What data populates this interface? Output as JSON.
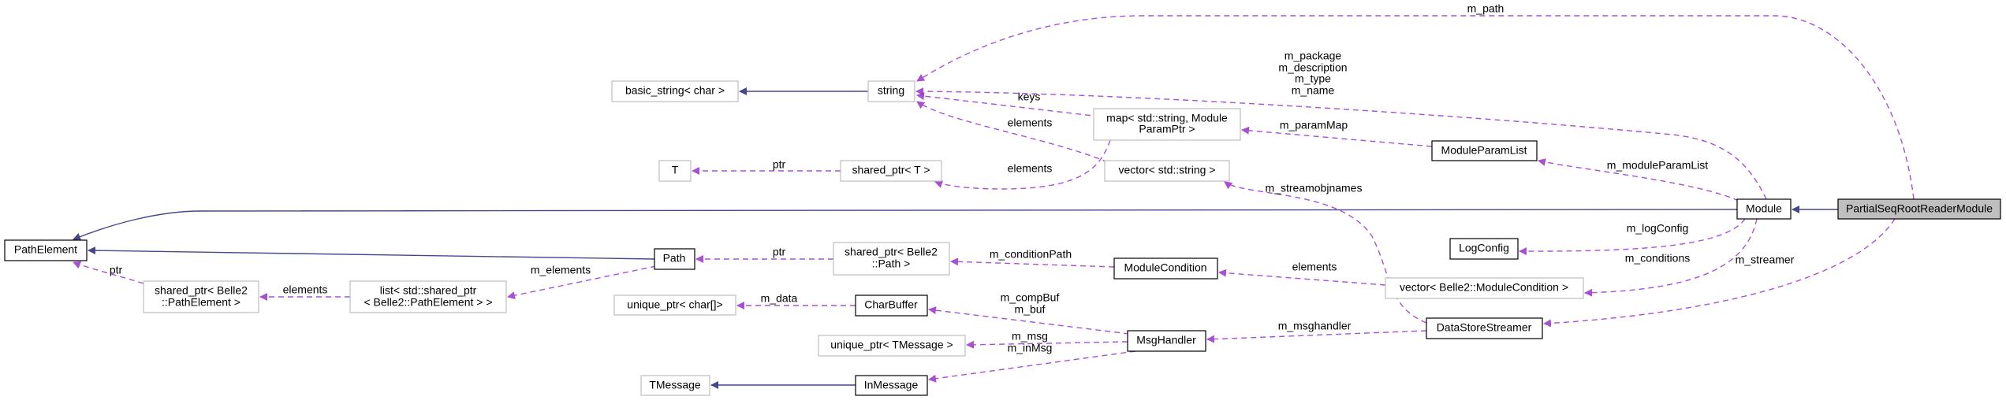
{
  "colors": {
    "inheritance": "#191970",
    "member": "#9a32cd",
    "focus_fill": "#bfbfbf",
    "external_border": "#bfbfbf",
    "documented_border": "#000000"
  },
  "nodes": {
    "partial": {
      "lines": [
        "PartialSeqRootReaderModule"
      ]
    },
    "module": {
      "lines": [
        "Module"
      ]
    },
    "pathelement": {
      "lines": [
        "PathElement"
      ]
    },
    "basic_string": {
      "lines": [
        "basic_string< char >"
      ]
    },
    "string": {
      "lines": [
        "string"
      ]
    },
    "map": {
      "lines": [
        "map< std::string, Module",
        "ParamPtr >"
      ]
    },
    "T": {
      "lines": [
        "T"
      ]
    },
    "shared_ptr_T": {
      "lines": [
        "shared_ptr< T >"
      ]
    },
    "vector_string": {
      "lines": [
        "vector< std::string >"
      ]
    },
    "moduleparamlist": {
      "lines": [
        "ModuleParamList"
      ]
    },
    "logconfig": {
      "lines": [
        "LogConfig"
      ]
    },
    "path": {
      "lines": [
        "Path"
      ]
    },
    "shared_ptr_path": {
      "lines": [
        "shared_ptr< Belle2",
        "::Path >"
      ]
    },
    "modulecondition": {
      "lines": [
        "ModuleCondition"
      ]
    },
    "vector_mc": {
      "lines": [
        "vector< Belle2::ModuleCondition >"
      ]
    },
    "shared_ptr_pe": {
      "lines": [
        "shared_ptr< Belle2",
        "::PathElement >"
      ]
    },
    "list_pe": {
      "lines": [
        "list< std::shared_ptr",
        "< Belle2::PathElement > >"
      ]
    },
    "unique_char": {
      "lines": [
        "unique_ptr< char[]>"
      ]
    },
    "charbuffer": {
      "lines": [
        "CharBuffer"
      ]
    },
    "unique_tmessage": {
      "lines": [
        "unique_ptr< TMessage >"
      ]
    },
    "msghandler": {
      "lines": [
        "MsgHandler"
      ]
    },
    "datastorestreamer": {
      "lines": [
        "DataStoreStreamer"
      ]
    },
    "tmessage": {
      "lines": [
        "TMessage"
      ]
    },
    "inmessage": {
      "lines": [
        "InMessage"
      ]
    }
  },
  "edge_labels": {
    "m_path": "m_path",
    "module_strings": [
      "m_package",
      "m_description",
      "m_type",
      "m_name"
    ],
    "keys": "keys",
    "map_elements": "elements",
    "m_paramMap": "m_paramMap",
    "ptr_T": "ptr",
    "shared_elements": "elements",
    "m_moduleParamList": "m_moduleParamList",
    "m_streamobjnames": "m_streamobjnames",
    "m_logConfig": "m_logConfig",
    "m_conditions": "m_conditions",
    "m_streamer": "m_streamer",
    "ptr_path": "ptr",
    "m_conditionPath": "m_conditionPath",
    "mc_elements": "elements",
    "m_elements": "m_elements",
    "list_elements": "elements",
    "ptr_pe": "ptr",
    "m_data": "m_data",
    "buf": [
      "m_compBuf",
      "m_buf"
    ],
    "m_msghandler": "m_msghandler",
    "m_msg": "m_msg",
    "m_inMsg": "m_inMsg"
  }
}
